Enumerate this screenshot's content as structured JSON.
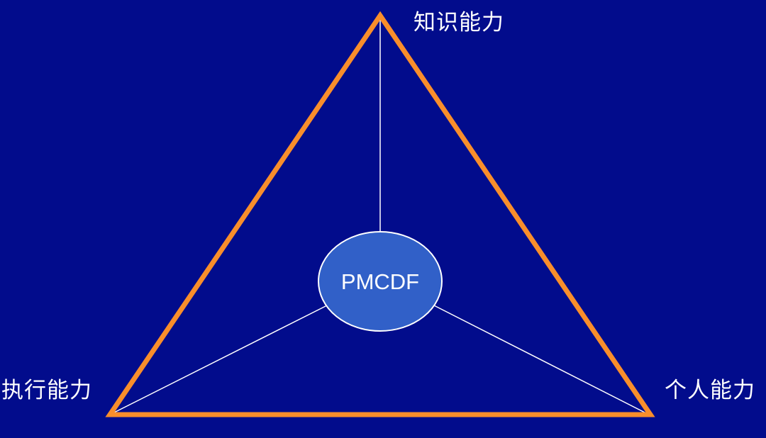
{
  "diagram": {
    "center": {
      "label": "PMCDF"
    },
    "vertices": {
      "top": "知识能力",
      "left": "执行能力",
      "right": "个人能力"
    },
    "colors": {
      "background": "#020c8c",
      "triangle_border": "#f98e2b",
      "center_fill": "#3160c8",
      "connector": "#ffffff",
      "text": "#ffffff"
    }
  }
}
